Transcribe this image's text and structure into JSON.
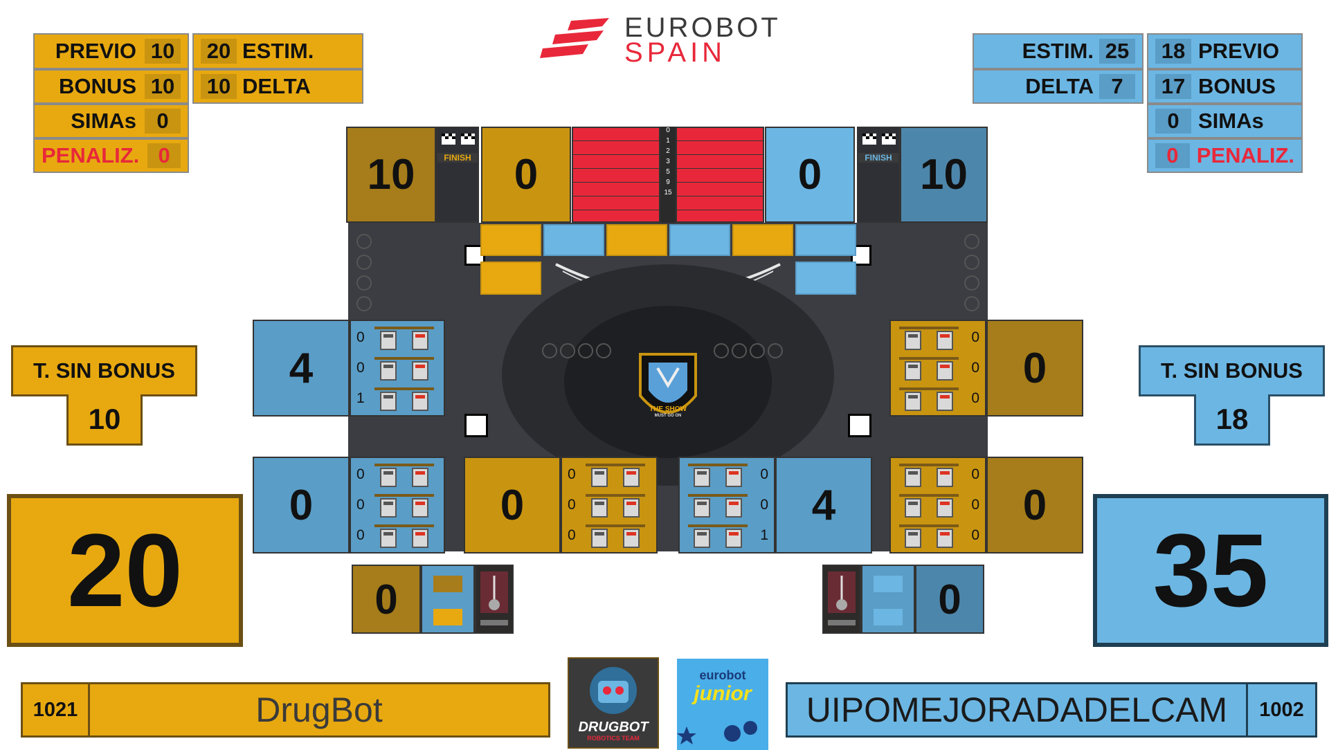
{
  "logo": {
    "line1": "EUROBOT",
    "line2": "SPAIN"
  },
  "yellow": {
    "stats_left": [
      {
        "label": "PREVIO",
        "value": "10"
      },
      {
        "label": "BONUS",
        "value": "10"
      },
      {
        "label": "SIMAs",
        "value": "0"
      },
      {
        "label": "PENALIZ.",
        "value": "0"
      }
    ],
    "stats_right": [
      {
        "label": "ESTIM.",
        "value": "20"
      },
      {
        "label": "DELTA",
        "value": "10"
      }
    ],
    "t_sin_bonus_label": "T. SIN BONUS",
    "t_sin_bonus_value": "10",
    "total": "20",
    "team_number": "1021",
    "team_name": "DrugBot",
    "top_left_score": "10",
    "top_score": "0",
    "pit_score": "0",
    "finish_label": "FINISH"
  },
  "blue": {
    "stats_left": [
      {
        "label": "ESTIM.",
        "value": "25"
      },
      {
        "label": "DELTA",
        "value": "7"
      }
    ],
    "stats_right": [
      {
        "label": "PREVIO",
        "value": "18"
      },
      {
        "label": "BONUS",
        "value": "17"
      },
      {
        "label": "SIMAs",
        "value": "0"
      },
      {
        "label": "PENALIZ.",
        "value": "0"
      }
    ],
    "t_sin_bonus_label": "T. SIN BONUS",
    "t_sin_bonus_value": "18",
    "total": "35",
    "team_number": "1002",
    "team_name": "UIPOMEJORADADELCAM",
    "top_right_score": "10",
    "top_score": "0",
    "pit_score": "0",
    "finish_label": "FINISH"
  },
  "center_ladder": [
    "0",
    "1",
    "2",
    "3",
    "5",
    "9",
    "15"
  ],
  "zones": {
    "left_upper": {
      "score": "4",
      "counts": [
        "0",
        "0",
        "1"
      ]
    },
    "left_lower": {
      "score": "0",
      "counts": [
        "0",
        "0",
        "0"
      ]
    },
    "mid_yellow": {
      "score": "0",
      "counts": [
        "0",
        "0",
        "0"
      ]
    },
    "mid_blue": {
      "score": "4",
      "counts": [
        "0",
        "0",
        "1"
      ]
    },
    "right_upper": {
      "score": "0",
      "counts": [
        "0",
        "0",
        "0"
      ]
    },
    "right_lower": {
      "score": "0",
      "counts": [
        "0",
        "0",
        "0"
      ]
    }
  },
  "center_badge": {
    "line1": "THE SHOW",
    "line2": "MUST GO ON"
  },
  "drugbot_logo": {
    "line1": "DRUGBOT",
    "line2": "ROBOTICS TEAM"
  },
  "junior_logo": {
    "line1": "eurobot",
    "line2": "junior"
  },
  "colors": {
    "yellow": "#e8a910",
    "blue": "#6cb6e3",
    "red": "#e8283a",
    "board": "#3b3d42"
  }
}
